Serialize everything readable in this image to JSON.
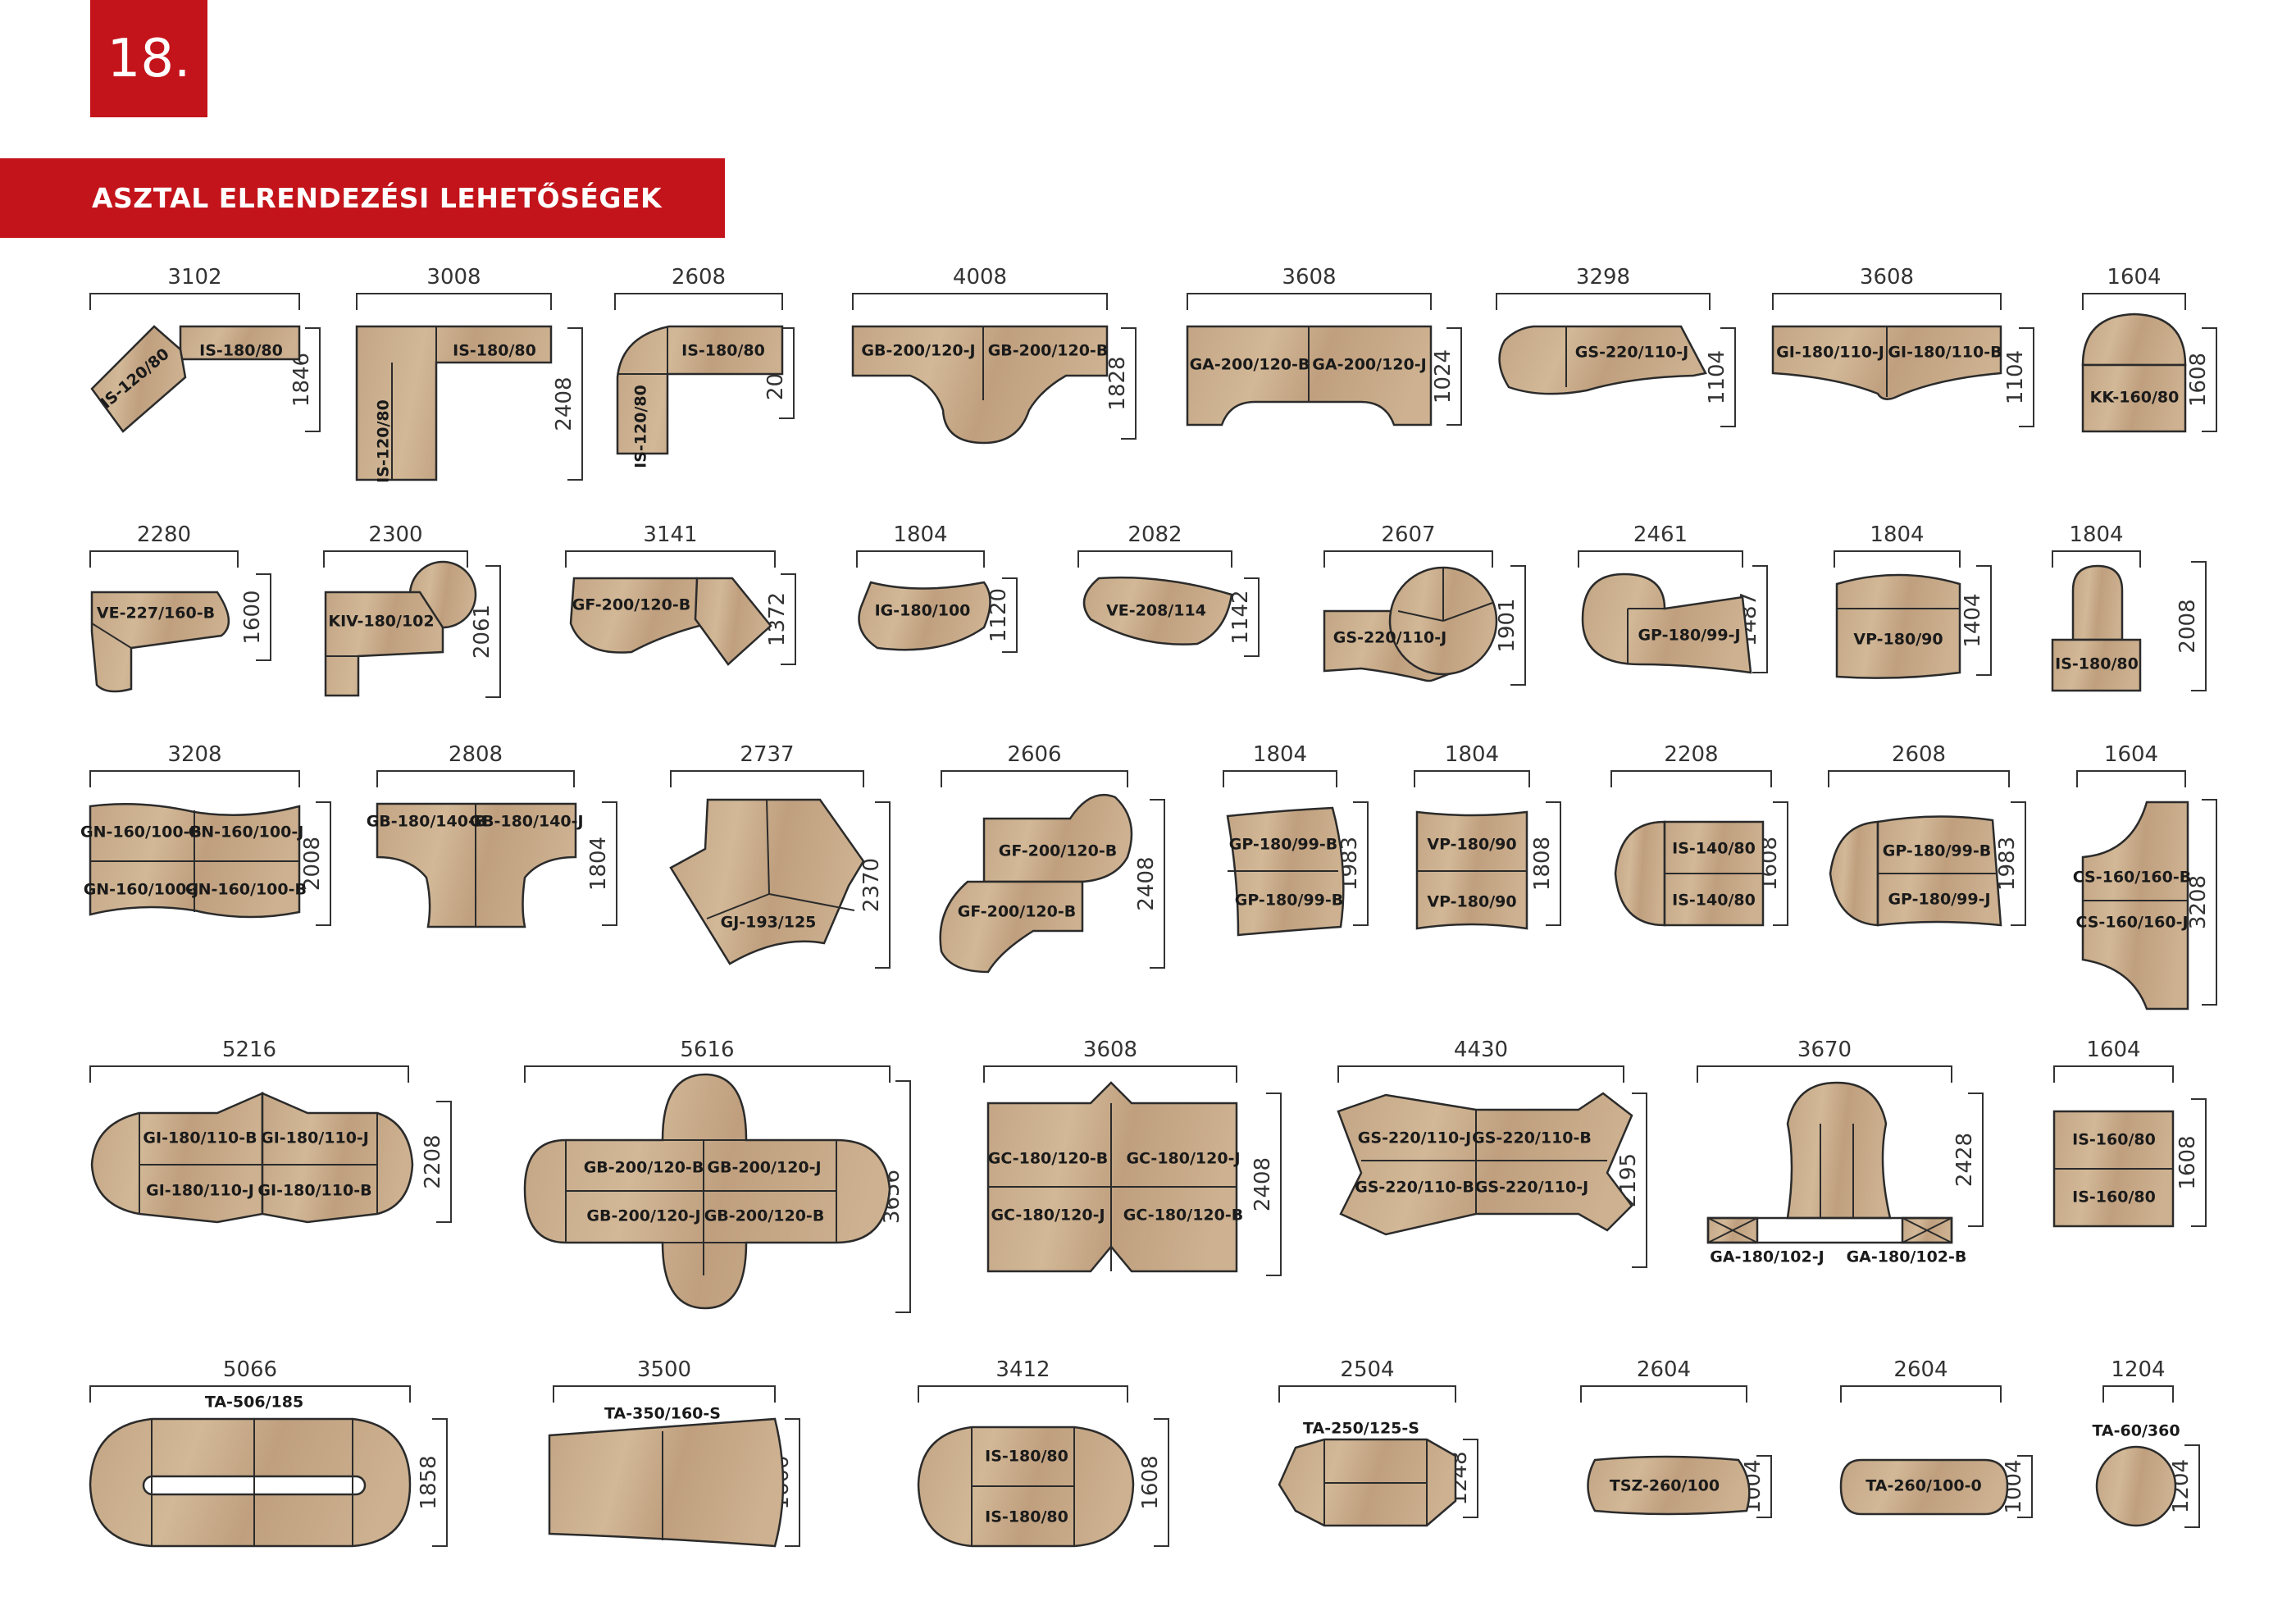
{
  "page": {
    "number": "18.",
    "heading": "ASZTAL ELRENDEZÉSI LEHETŐSÉGEK"
  },
  "colors": {
    "brand_red": "#c4141b",
    "wood": "#c9ad8d",
    "outline": "#2b2b2b"
  },
  "layouts": [
    {
      "width": "3102",
      "depth": "1846",
      "labels": [
        "IS-120/80",
        "IS-180/80"
      ]
    },
    {
      "width": "3008",
      "depth": "2408",
      "labels": [
        "IS-120/80",
        "IS-180/80"
      ]
    },
    {
      "width": "2608",
      "depth": "2008",
      "labels": [
        "IS-120/80",
        "IS-180/80"
      ]
    },
    {
      "width": "4008",
      "depth": "1828",
      "labels": [
        "GB-200/120-J",
        "GB-200/120-B"
      ]
    },
    {
      "width": "3608",
      "depth": "1024",
      "labels": [
        "GA-200/120-B",
        "GA-200/120-J"
      ]
    },
    {
      "width": "3298",
      "depth": "1104",
      "labels": [
        "GS-220/110-J"
      ]
    },
    {
      "width": "3608",
      "depth": "1104",
      "labels": [
        "GI-180/110-J",
        "GI-180/110-B"
      ]
    },
    {
      "width": "1604",
      "depth": "1608",
      "labels": [
        "KK-160/80"
      ]
    },
    {
      "width": "2280",
      "depth": "1600",
      "labels": [
        "VE-227/160-B"
      ]
    },
    {
      "width": "2300",
      "depth": "2061",
      "labels": [
        "KIV-180/102"
      ]
    },
    {
      "width": "3141",
      "depth": "1372",
      "labels": [
        "GF-200/120-B"
      ]
    },
    {
      "width": "1804",
      "depth": "1120",
      "labels": [
        "IG-180/100"
      ]
    },
    {
      "width": "2082",
      "depth": "1142",
      "labels": [
        "VE-208/114"
      ]
    },
    {
      "width": "2607",
      "depth": "1901",
      "labels": [
        "GS-220/110-J"
      ]
    },
    {
      "width": "2461",
      "depth": "1487",
      "labels": [
        "GP-180/99-J"
      ]
    },
    {
      "width": "1804",
      "depth": "1404",
      "labels": [
        "VP-180/90"
      ]
    },
    {
      "width": "1804",
      "depth": "2008",
      "labels": [
        "IS-180/80"
      ]
    },
    {
      "width": "3208",
      "depth": "2008",
      "labels": [
        "GN-160/100-B",
        "GN-160/100-J",
        "GN-160/100-J",
        "GN-160/100-B"
      ]
    },
    {
      "width": "2808",
      "depth": "1804",
      "labels": [
        "GB-180/140-B",
        "GB-180/140-J"
      ]
    },
    {
      "width": "2737",
      "depth": "2370",
      "labels": [
        "GJ-193/125"
      ]
    },
    {
      "width": "2606",
      "depth": "2408",
      "labels": [
        "GF-200/120-B",
        "GF-200/120-B"
      ]
    },
    {
      "width": "1804",
      "depth": "1983",
      "labels": [
        "GP-180/99-B",
        "GP-180/99-B"
      ]
    },
    {
      "width": "1804",
      "depth": "1808",
      "labels": [
        "VP-180/90",
        "VP-180/90"
      ]
    },
    {
      "width": "2208",
      "depth": "1608",
      "labels": [
        "IS-140/80",
        "IS-140/80"
      ]
    },
    {
      "width": "2608",
      "depth": "1983",
      "labels": [
        "GP-180/99-B",
        "GP-180/99-J"
      ]
    },
    {
      "width": "1604",
      "depth": "3208",
      "labels": [
        "CS-160/160-B",
        "CS-160/160-J"
      ]
    },
    {
      "width": "5216",
      "depth": "2208",
      "labels": [
        "GI-180/110-B",
        "GI-180/110-J",
        "GI-180/110-J",
        "GI-180/110-B"
      ]
    },
    {
      "width": "5616",
      "depth": "3656",
      "labels": [
        "GB-200/120-B",
        "GB-200/120-J",
        "GB-200/120-J",
        "GB-200/120-B"
      ]
    },
    {
      "width": "3608",
      "depth": "2408",
      "labels": [
        "GC-180/120-B",
        "GC-180/120-J",
        "GC-180/120-J",
        "GC-180/120-B"
      ]
    },
    {
      "width": "4430",
      "depth": "2195",
      "labels": [
        "GS-220/110-J",
        "GS-220/110-B",
        "GS-220/110-B",
        "GS-220/110-J"
      ]
    },
    {
      "width": "3670",
      "depth": "2428",
      "labels": [
        "GA-180/102-J",
        "GA-180/102-B"
      ]
    },
    {
      "width": "1604",
      "depth": "1608",
      "labels": [
        "IS-160/80",
        "IS-160/80"
      ]
    },
    {
      "width": "5066",
      "depth": "1858",
      "labels": [
        "TA-506/185"
      ]
    },
    {
      "width": "3500",
      "depth": "1600",
      "labels": [
        "TA-350/160-S"
      ]
    },
    {
      "width": "3412",
      "depth": "1608",
      "labels": [
        "IS-180/80",
        "IS-180/80"
      ]
    },
    {
      "width": "2504",
      "depth": "1248",
      "labels": [
        "TA-250/125-S"
      ]
    },
    {
      "width": "2604",
      "depth": "1004",
      "labels": [
        "TSZ-260/100"
      ]
    },
    {
      "width": "2604",
      "depth": "1004",
      "labels": [
        "TA-260/100-0"
      ]
    },
    {
      "width": "1204",
      "depth": "1204",
      "labels": [
        "TA-60/360"
      ]
    }
  ]
}
